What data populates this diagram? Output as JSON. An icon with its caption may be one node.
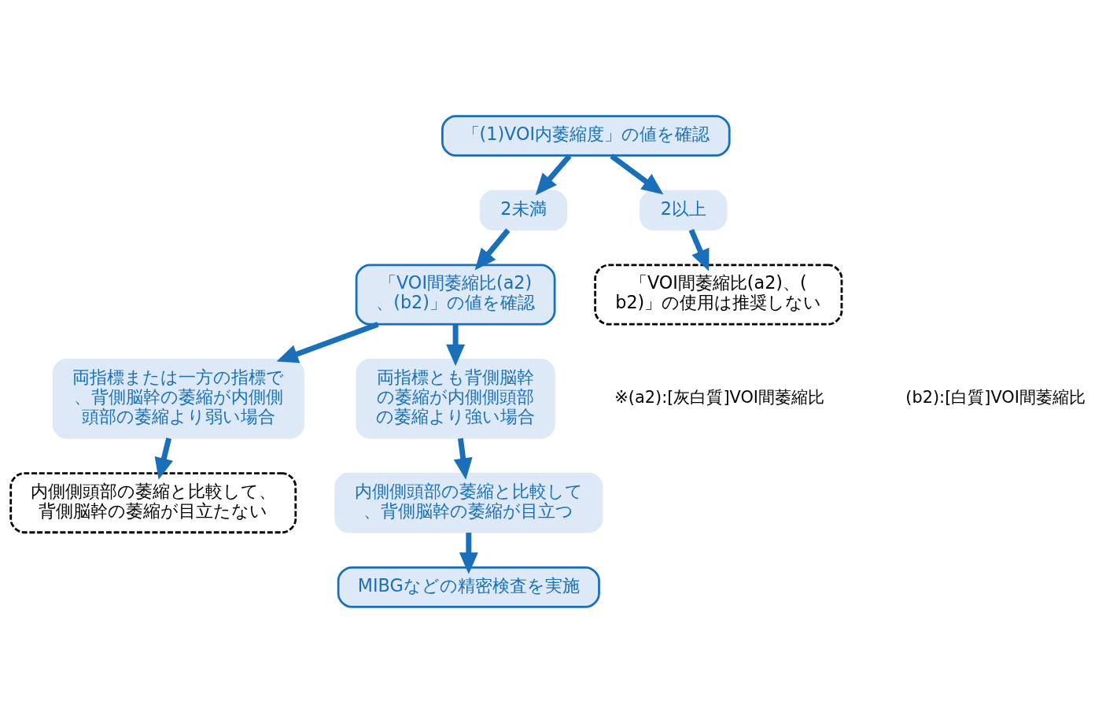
{
  "diagram": {
    "nodes": [
      {
        "text": [
          "「(1)VOI内萎縮度」の値を確認"
        ]
      },
      {
        "text": [
          "2未満"
        ]
      },
      {
        "text": [
          "2以上"
        ]
      },
      {
        "text": [
          "「VOI間萎縮比(a2)、(b2)」の値を確認"
        ]
      },
      {
        "text": [
          "「VOI間萎縮比(a2)、(b2)」の使用は推奨しない"
        ]
      },
      {
        "text": [
          "両指標または一方の指標で、背側脳幹の萎縮が内側側頭部の萎縮より弱い場合"
        ]
      },
      {
        "text": [
          "両指標とも背側脳幹の萎縮が内側側頭部の萎縮より強い場合"
        ]
      },
      {
        "text": [
          "内側側頭部の萎縮と比較して、背側脳幹の萎縮が目立たない"
        ]
      },
      {
        "text": [
          "内側側頭部の萎縮と比較して、背側脳幹の萎縮が目立つ"
        ]
      },
      {
        "text": [
          "MIBGなどの精密検査を実施"
        ]
      }
    ],
    "edges": [
      {
        "from": 0,
        "to": 1,
        "arrow": "to"
      },
      {
        "from": 0,
        "to": 2,
        "arrow": "to"
      },
      {
        "from": 1,
        "to": 3,
        "arrow": "to"
      },
      {
        "from": 2,
        "to": 4,
        "arrow": "to"
      },
      {
        "from": 3,
        "to": 5,
        "arrow": "to"
      },
      {
        "from": 3,
        "to": 6,
        "arrow": "to"
      },
      {
        "from": 5,
        "to": 7,
        "arrow": "to"
      },
      {
        "from": 6,
        "to": 8,
        "arrow": "to"
      },
      {
        "from": 8,
        "to": 9,
        "arrow": "to"
      }
    ],
    "labels": [
      "※(a2):[灰白質]VOI間萎縮比",
      "(b2):[白質]VOI間萎縮比"
    ]
  }
}
